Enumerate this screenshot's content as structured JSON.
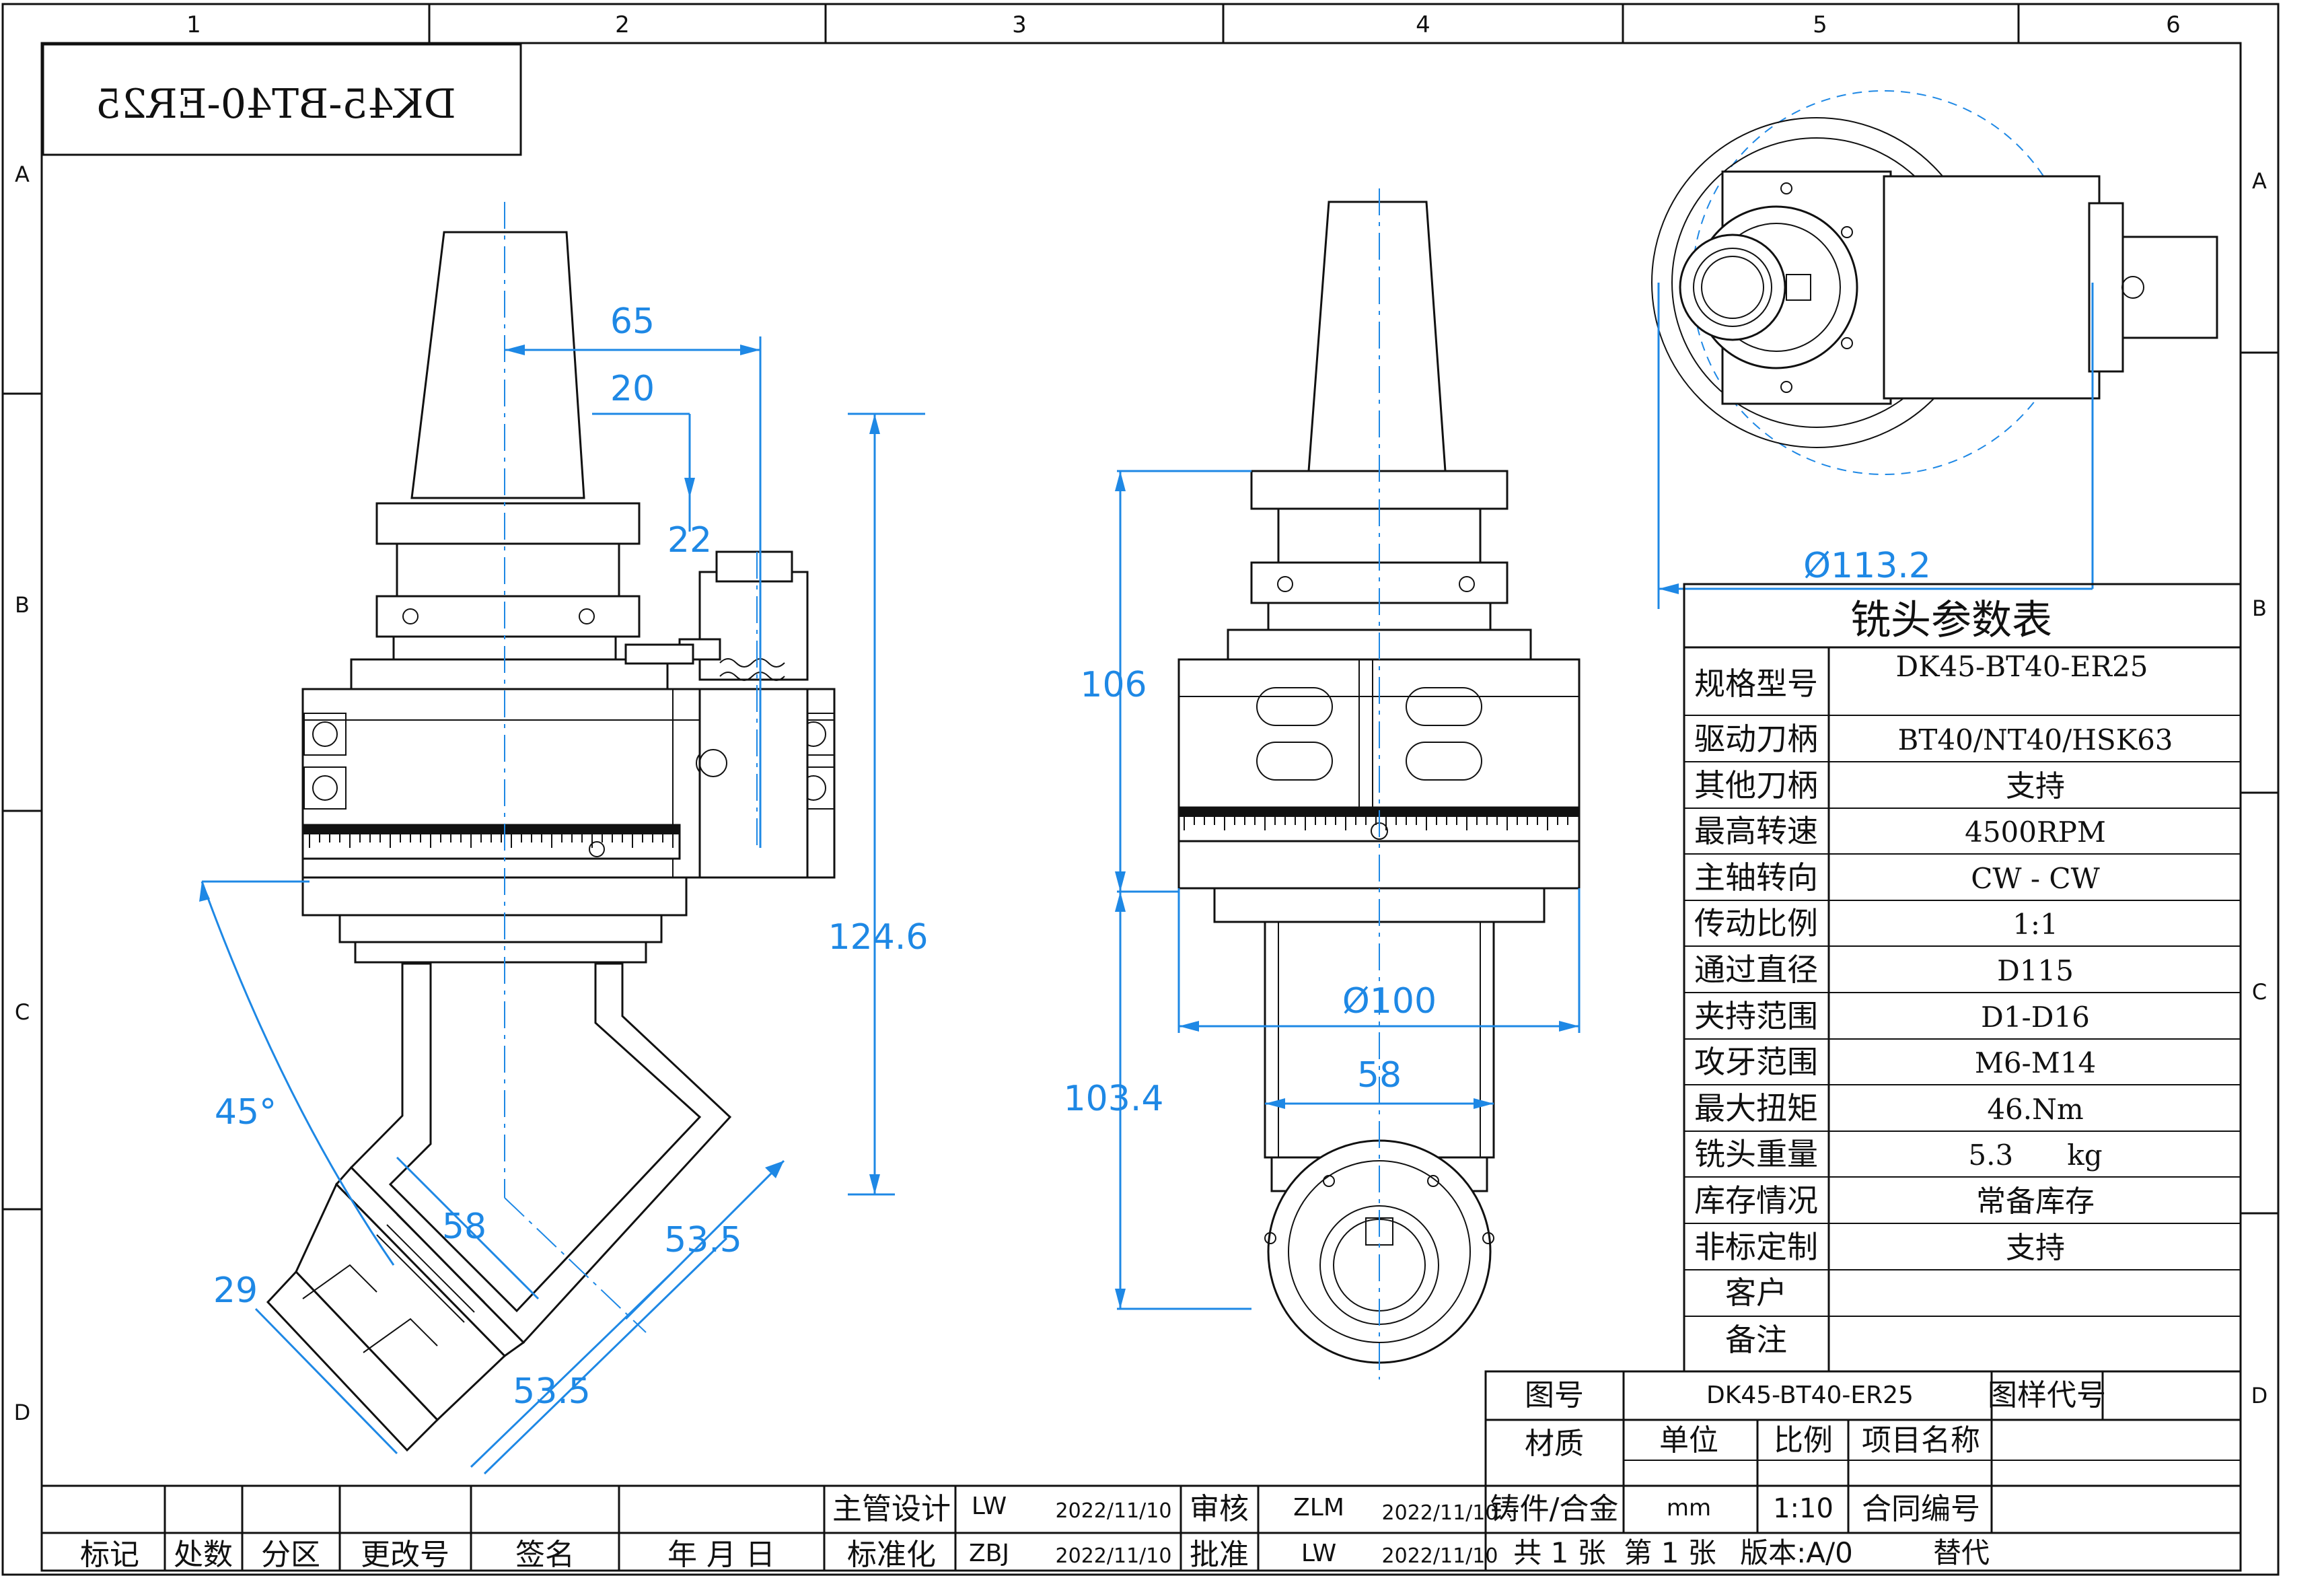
{
  "sheet": {
    "col_numbers": [
      "1",
      "2",
      "3",
      "4",
      "5",
      "6"
    ],
    "row_letters": [
      "A",
      "B",
      "C",
      "D"
    ]
  },
  "model_stamp": "DK45-BT40-ER25",
  "dimensions": {
    "d65": "65",
    "d20": "20",
    "d22": "22",
    "d124_6": "124.6",
    "d45deg": "45°",
    "d58_side": "58",
    "d53_5_a": "53.5",
    "d53_5_b": "53.5",
    "d29": "29",
    "d106": "106",
    "d103_4": "103.4",
    "d100": "Ø100",
    "d58_front": "58",
    "d113_2": "Ø113.2"
  },
  "params_table": {
    "title": "铣头参数表",
    "rows": [
      {
        "label": "规格型号",
        "value": "DK45-BT40-ER25"
      },
      {
        "label": "驱动刀柄",
        "value": "BT40/NT40/HSK63"
      },
      {
        "label": "其他刀柄",
        "value": "支持"
      },
      {
        "label": "最高转速",
        "value": "4500RPM"
      },
      {
        "label": "主轴转向",
        "value": "CW - CW"
      },
      {
        "label": "传动比例",
        "value": "1:1"
      },
      {
        "label": "通过直径",
        "value": "D115"
      },
      {
        "label": "夹持范围",
        "value": "D1-D16"
      },
      {
        "label": "攻牙范围",
        "value": "M6-M14"
      },
      {
        "label": "最大扭矩",
        "value": "46.Nm"
      },
      {
        "label": "铣头重量",
        "value": "5.3      kg"
      },
      {
        "label": "库存情况",
        "value": "常备库存"
      },
      {
        "label": "非标定制",
        "value": "支持"
      },
      {
        "label": "客户",
        "value": ""
      },
      {
        "label": "备注",
        "value": ""
      }
    ]
  },
  "title_block": {
    "drawing_no_label": "图号",
    "drawing_no_value": "DK45-BT40-ER25",
    "drawing_code_label": "图样代号",
    "material_label": "材质",
    "unit_label": "单位",
    "scale_label": "比例",
    "project_label": "项目名称",
    "material_value": "铸件/合金",
    "unit_value": "mm",
    "scale_value": "1:10",
    "contract_label": "合同编号",
    "supervisor_label": "主管设计",
    "supervisor_name": "LW",
    "supervisor_date": "2022/11/10",
    "review_label": "审核",
    "review_name": "ZLM",
    "review_date": "2022/11/10",
    "standard_label": "标准化",
    "standard_name": "ZBJ",
    "standard_date": "2022/11/10",
    "approve_label": "批准",
    "approve_name": "LW",
    "approve_date": "2022/11/10",
    "sheets": "共 1 张  第 1 张",
    "version": "版本:A/0",
    "replace": "替代",
    "rev_headers": [
      "标记",
      "处数",
      "分区",
      "更改号",
      "签名",
      "年 月 日"
    ]
  }
}
